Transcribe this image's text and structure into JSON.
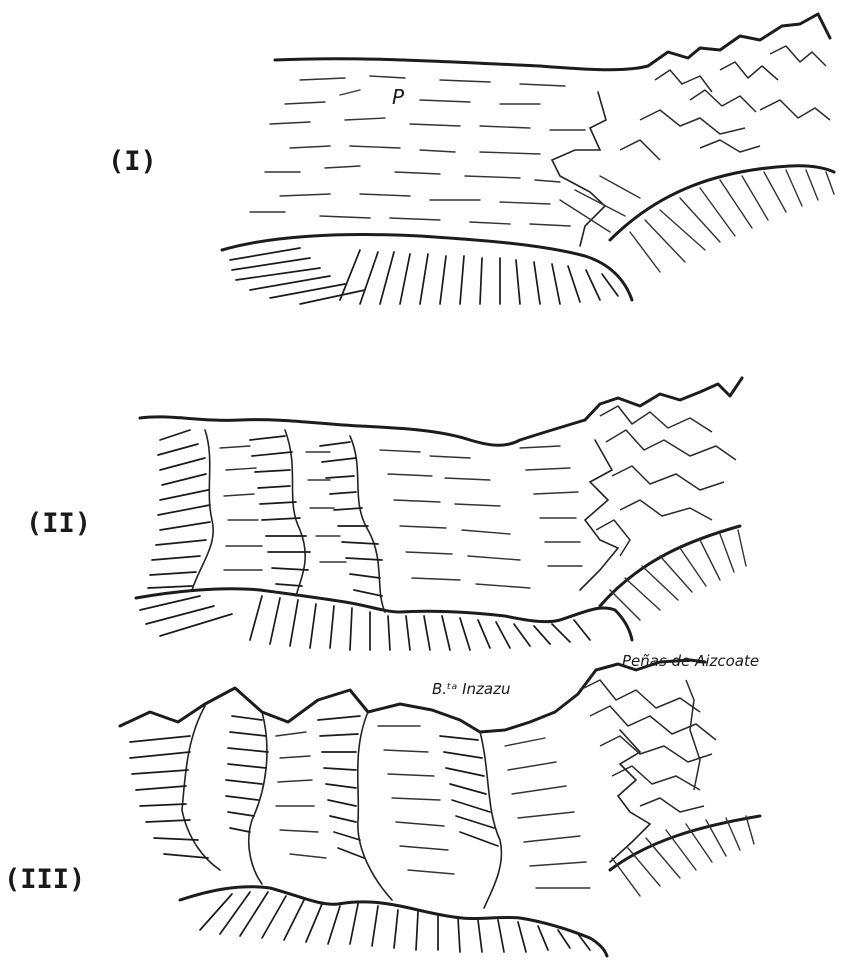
{
  "figure": {
    "panels": [
      {
        "label": "(I)",
        "annotations": {
          "surface": "P"
        }
      },
      {
        "label": "(II)"
      },
      {
        "label": "(III)",
        "annotations": {
          "peaks": "Peñas de Aizcoate",
          "col": "B.ᵗᵃ Inzazu"
        }
      }
    ],
    "ink_color": "#1c1c1c",
    "paper_color": "#ffffff"
  }
}
